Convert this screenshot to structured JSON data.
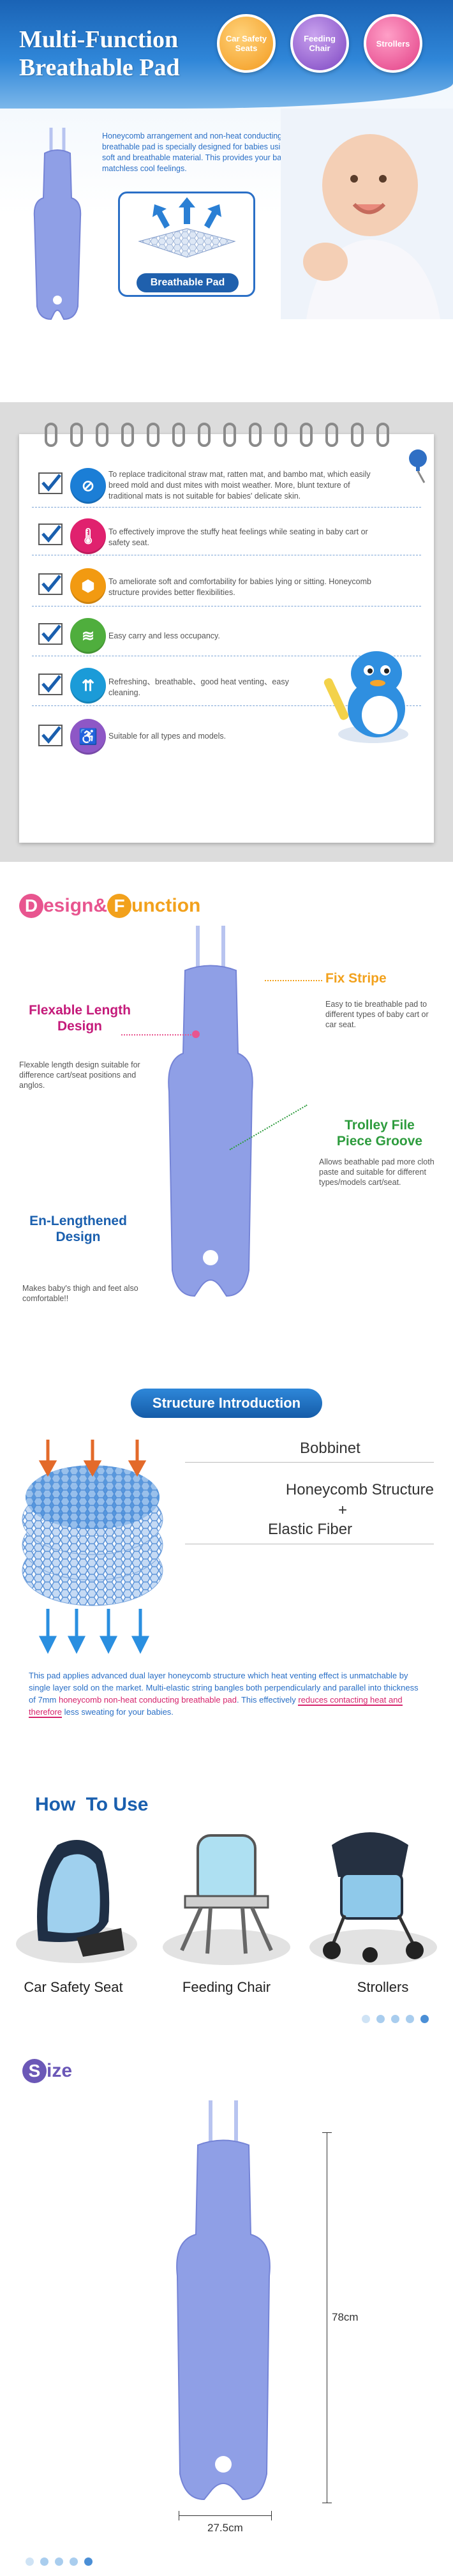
{
  "hero": {
    "title_line1": "Multi-Function",
    "title_line2": "Breathable Pad",
    "badges": [
      {
        "label": "Car Safety Seats",
        "color": "#f39a1e"
      },
      {
        "label": "Feeding Chair",
        "color": "#7d46c2"
      },
      {
        "label": "Strollers",
        "color": "#e23f86"
      }
    ],
    "description": "Honeycomb arrangement and non-heat conducting breathable pad is specially designed for babies using soft and breathable material.  This provides your baby matchless cool feelings.",
    "card_label": "Breathable Pad"
  },
  "features": [
    {
      "icon": "no-straw-mat-icon",
      "text": "To replace tradicitonal straw mat, ratten mat, and bambo mat, which easily breed mold and dust mites with moist weather.  More, blunt texture of traditional mats is not suitable for babies' delicate skin.",
      "color": "#1b7ed6"
    },
    {
      "icon": "thermometer-icon",
      "text": "To effectively improve the stuffy heat feelings while seating in baby cart or safety seat.",
      "color": "#e0216e"
    },
    {
      "icon": "honeycomb-icon",
      "text": "To ameliorate soft and comfortability for babies lying or sitting.  Honeycomb structure provides better flexibilities.",
      "color": "#f29a11"
    },
    {
      "icon": "folded-pad-icon",
      "text": "Easy carry and less occupancy.",
      "color": "#4fae3d"
    },
    {
      "icon": "airflow-icon",
      "text": "Refreshing、breathable、good heat venting、easy cleaning.",
      "color": "#1b9bd8"
    },
    {
      "icon": "stroller-seat-icon",
      "text": "Suitable for all types and models.",
      "color": "#8e57c6"
    }
  ],
  "design": {
    "title_cap1": "D",
    "title_rest1": "esign",
    "title_amp": "&",
    "title_cap2": "F",
    "title_rest2": "unction",
    "fix_stripe": {
      "title": "Fix Stripe",
      "body": "Easy to tie breathable pad to different types of baby cart or car seat."
    },
    "flex_length": {
      "title_line1": "Flexable Length",
      "title_line2": "Design",
      "body": "Flexable length design suitable for difference cart/seat positions and anglos."
    },
    "trolley": {
      "title_line1": "Trolley File",
      "title_line2": "Piece Groove",
      "body": "Allows beathable pad more cloth paste and suitable for different types/models cart/seat."
    },
    "en_length": {
      "title_line1": "En-Lengthened",
      "title_line2": "Design",
      "body": "Makes baby's thigh and feet also comfortable!!"
    }
  },
  "structure": {
    "button": "Structure Introduction",
    "label_top": "Bobbinet",
    "label_mid1": "Honeycomb Structure",
    "label_plus": "+",
    "label_mid2": "Elastic Fiber",
    "desc_part1": "This pad applies advanced dual layer honeycomb structure which  heat venting effect is unmatchable by single layer sold on the market.  Multi-elastic string bangles both perpendicularly and parallel into thickness of 7mm ",
    "desc_red1": "honeycomb non-heat conducting breathable pad",
    "desc_part2": ".  This effectively ",
    "desc_red2": "reduces contacting heat and therefore",
    "desc_part3": " less sweating for your babies."
  },
  "how_to_use": {
    "title_h": "How",
    "title_t": "To Use",
    "items": [
      "Car Safety Seat",
      "Feeding Chair",
      "Strollers"
    ]
  },
  "size": {
    "title_cap": "S",
    "title_rest": "ize",
    "height": "78cm",
    "width": "27.5cm"
  }
}
